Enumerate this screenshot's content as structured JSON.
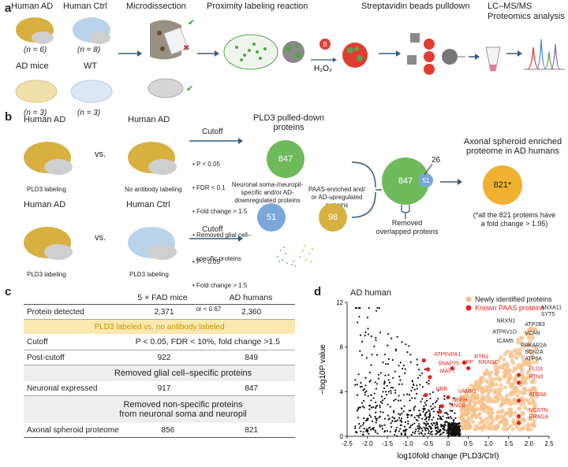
{
  "panel_a": {
    "letter": "a",
    "human_ad": "Human AD",
    "human_ctrl": "Human Ctrl",
    "n_human_ad": "(n = 6)",
    "n_human_ctrl": "(n = 8)",
    "ad_mice": "AD mice",
    "wt": "WT",
    "n_ad_mice": "(n = 3)",
    "n_wt": "(n = 3)",
    "step_microdissection": "Microdissection",
    "step_proximity": "Proximity labeling reaction",
    "step_streptavidin": "Streptavidin beads pulldown",
    "step_lcms_1": "LC–MS/MS",
    "step_lcms_2": "Proteomics analysis",
    "h2o2": "H₂O₂",
    "biotin": "B",
    "colors": {
      "ad": "#d8b040",
      "ctrl": "#b9d3ea",
      "ad_mice": "#f1dfaa",
      "wt": "#dbe8f4",
      "green": "#6fba5a",
      "red": "#e23c32"
    }
  },
  "panel_b": {
    "letter": "b",
    "human_ad": "Human AD",
    "human_ctrl": "Human Ctrl",
    "vs": "vs.",
    "pld3_labeling": "PLD3 labeling",
    "no_antibody": "No antibody labeling",
    "cutoff": "Cutoff",
    "cutoff1": [
      "• P < 0.05",
      "• FDR < 0.1",
      "• Fold change > 1.5",
      "• Removed glial cell–",
      "  specific proteins"
    ],
    "cutoff2": [
      "• P < 0.05",
      "• Fold change > 1.5",
      "  or < 0.67"
    ],
    "pld3_pulled_title": "PLD3 pulled-down\nproteins",
    "n847": "847",
    "neuronal_title": "Neuronal soma-/neuropil-\nspecific and/or AD-\ndownregulated proteins",
    "n51": "51",
    "paas_title": "PAAS-enriched and/\nor AD-upregulated\nproteins",
    "n98": "98",
    "overlap_847": "847",
    "overlap_51": "51",
    "overlap_26": "26",
    "removed_overlap": "Removed\noverlapped proteins",
    "axonal_title": "Axonal spheroid enriched\nproteome in AD humans",
    "n821": "821*",
    "footnote": "(*all the 821 proteins have\na fold change > 1.95)"
  },
  "panel_c": {
    "letter": "c",
    "headers": [
      "",
      "5 × FAD mice",
      "AD humans"
    ],
    "rows": [
      {
        "label": "Protein detected",
        "mice": "2,371",
        "human": "2,360"
      },
      {
        "span": "PLD3 labeled vs. no antibody labeled",
        "highlight": true
      },
      {
        "label": "Cutoff",
        "span_right": "P < 0.05, FDR < 10%, fold change >1.5"
      },
      {
        "label": "Post-cutoff",
        "mice": "922",
        "human": "849"
      },
      {
        "span": "Removed glial cell–specific proteins"
      },
      {
        "label": "Neuronal expressed",
        "mice": "917",
        "human": "847"
      },
      {
        "span": "Removed non-specific proteins\nfrom neuronal soma and neuropil"
      },
      {
        "label": "Axonal spheroid proteome",
        "mice": "856",
        "human": "821"
      }
    ]
  },
  "panel_d": {
    "letter": "d"
  },
  "chart_data": {
    "type": "scatter",
    "title": "AD human",
    "xlabel": "log10fold change (PLD3/Ctrl)",
    "ylabel": "−log10P value",
    "xlim": [
      -2.5,
      2.5
    ],
    "ylim": [
      0,
      12
    ],
    "xticks": [
      "-2.5",
      "-2.0",
      "-1.5",
      "-1.0",
      "-0.5",
      "0",
      "0.5",
      "1.0",
      "1.5",
      "2.0",
      "2.5"
    ],
    "yticks": [
      "0",
      "4",
      "8",
      "12"
    ],
    "legend": [
      {
        "name": "Newly identified proteins",
        "color": "#f6c08a"
      },
      {
        "name": "Known PAAS proteins",
        "color": "#e2231a"
      }
    ],
    "labels_black": [
      {
        "text": "ANXA11",
        "x": 2.3,
        "y": 11.4
      },
      {
        "text": "SYT5",
        "x": 2.3,
        "y": 10.8
      },
      {
        "text": "NRXN1",
        "x": 1.2,
        "y": 10.2
      },
      {
        "text": "ATP2B3",
        "x": 1.9,
        "y": 9.9
      },
      {
        "text": "ATP6V1D",
        "x": 1.1,
        "y": 9.2
      },
      {
        "text": "VCAN",
        "x": 1.9,
        "y": 9.1
      },
      {
        "text": "ICAM5",
        "x": 1.2,
        "y": 8.4
      },
      {
        "text": "PRKAR2A",
        "x": 1.8,
        "y": 8.0
      },
      {
        "text": "SCN2A",
        "x": 1.9,
        "y": 7.4
      },
      {
        "text": "ATP6A",
        "x": 1.9,
        "y": 6.8
      }
    ],
    "labels_red": [
      {
        "text": "ATP6V0A1",
        "x": -0.35,
        "y": 7.2
      },
      {
        "text": "RTN1",
        "x": 0.65,
        "y": 7.0
      },
      {
        "text": "SNAP25",
        "x": -0.25,
        "y": 6.4
      },
      {
        "text": "APP",
        "x": 0.35,
        "y": 6.5
      },
      {
        "text": "RRAGC",
        "x": 0.75,
        "y": 6.5
      },
      {
        "text": "PLD3",
        "x": 2.0,
        "y": 5.9
      },
      {
        "text": "MAPT",
        "x": -0.2,
        "y": 5.7
      },
      {
        "text": "RTN3",
        "x": 2.0,
        "y": 5.2
      },
      {
        "text": "UBB",
        "x": -0.3,
        "y": 4.1
      },
      {
        "text": "VAMP1",
        "x": 0.25,
        "y": 3.9
      },
      {
        "text": "ATG9A",
        "x": 2.0,
        "y": 3.6
      },
      {
        "text": "NEFH",
        "x": 0.1,
        "y": 3.1
      },
      {
        "text": "SNCB",
        "x": 0.05,
        "y": 2.6
      },
      {
        "text": "NCSTN",
        "x": 2.0,
        "y": 2.2
      },
      {
        "text": "RRAGA",
        "x": 2.0,
        "y": 1.6
      }
    ]
  }
}
